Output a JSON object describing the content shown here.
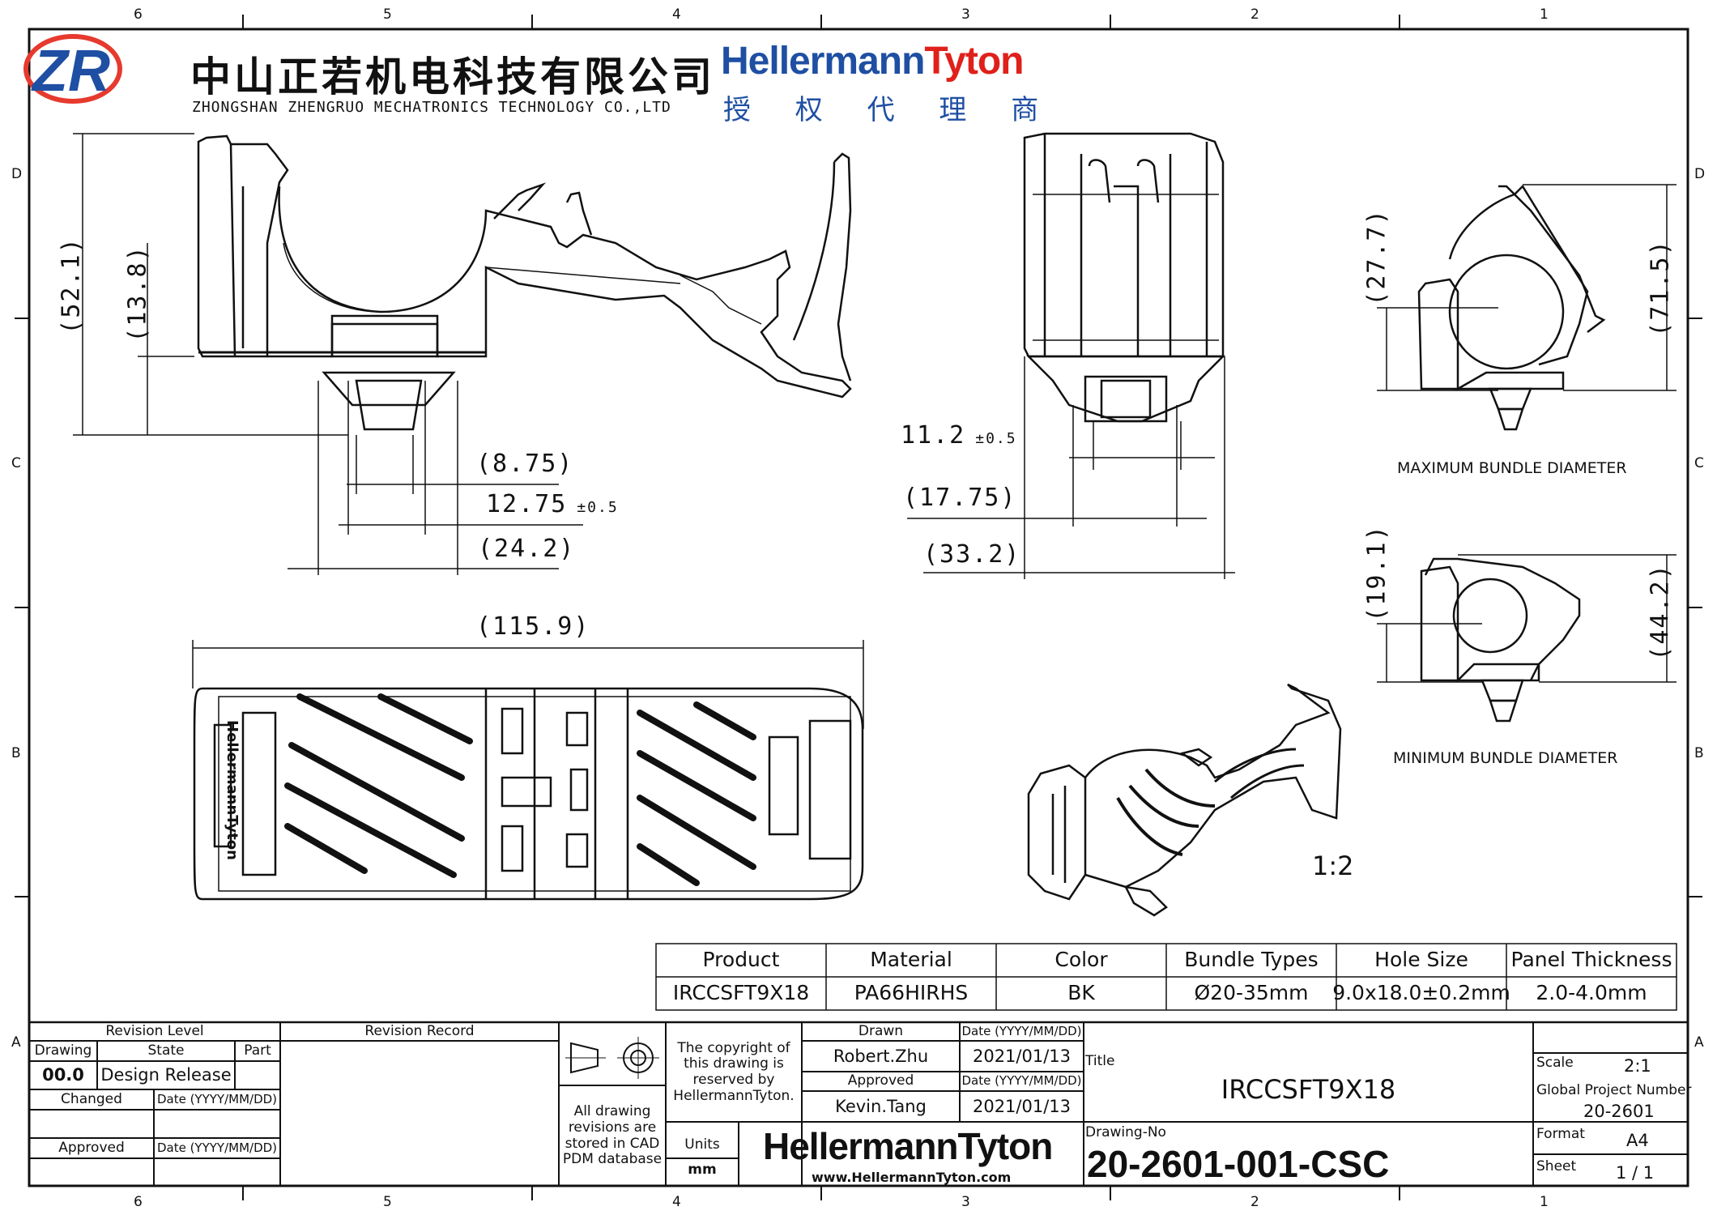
{
  "header": {
    "company_cn": "中山正若机电科技有限公司",
    "company_en": "ZHONGSHAN ZHENGRUO MECHATRONICS TECHNOLOGY CO.,LTD",
    "logo_text": "ZR",
    "brand_part1": "Hellermann",
    "brand_part2": "Tyton",
    "agent_cn": "授 权 代 理 商"
  },
  "zones": {
    "columns": [
      "6",
      "5",
      "4",
      "3",
      "2",
      "1"
    ],
    "rows": [
      "D",
      "C",
      "B",
      "A"
    ]
  },
  "dimensions": {
    "d_52_1": "(52.1)",
    "d_13_8": "(13.8)",
    "d_8_75": "(8.75)",
    "d_12_75": "12.75",
    "d_12_75_tol": "±0.5",
    "d_24_2": "(24.2)",
    "d_11_2": "11.2",
    "d_11_2_tol": "±0.5",
    "d_17_75": "(17.75)",
    "d_33_2": "(33.2)",
    "d_115_9": "(115.9)",
    "d_27_7": "(27.7)",
    "d_71_5": "(71.5)",
    "d_19_1": "(19.1)",
    "d_44_2": "(44.2)"
  },
  "labels": {
    "max_bundle": "MAXIMUM BUNDLE DIAMETER",
    "min_bundle": "MINIMUM BUNDLE DIAMETER",
    "iso_scale": "1:2",
    "part_marking": "HellermannTyton"
  },
  "spec_table": {
    "headers": [
      "Product",
      "Material",
      "Color",
      "Bundle Types",
      "Hole Size",
      "Panel Thickness"
    ],
    "values": [
      "IRCCSFT9X18",
      "PA66HIRHS",
      "BK",
      "Ø20-35mm",
      "9.0x18.0±0.2mm",
      "2.0-4.0mm"
    ]
  },
  "title_block": {
    "revision_level": "Revision Level",
    "revision_record": "Revision Record",
    "drawing": "Drawing",
    "state": "State",
    "part": "Part",
    "drawing_value": "00.0",
    "state_value": "Design Release",
    "changed": "Changed",
    "date_fmt": "Date (YYYY/MM/DD)",
    "approved_label": "Approved",
    "all_revisions": "All drawing revisions are stored in CAD PDM database",
    "copyright": "The copyright of this drawing is reserved by HellermannTyton.",
    "units_label": "Units",
    "units_value": "mm",
    "drawn_label": "Drawn",
    "drawn_by": "Robert.Zhu",
    "drawn_date": "2021/01/13",
    "approved_by": "Kevin.Tang",
    "approved_date": "2021/01/13",
    "title_label": "Title",
    "title_value": "IRCCSFT9X18",
    "scale_label": "Scale",
    "scale_value": "2:1",
    "gpn_label": "Global Project Number",
    "gpn_value": "20-2601",
    "format_label": "Format",
    "format_value": "A4",
    "sheet_label": "Sheet",
    "sheet_value": "1 / 1",
    "drawing_no_label": "Drawing-No",
    "drawing_no": "20-2601-001-CSC",
    "website": "www.HellermannTyton.com",
    "brand_part1": "Hellermann",
    "brand_part2": "Tyton"
  }
}
